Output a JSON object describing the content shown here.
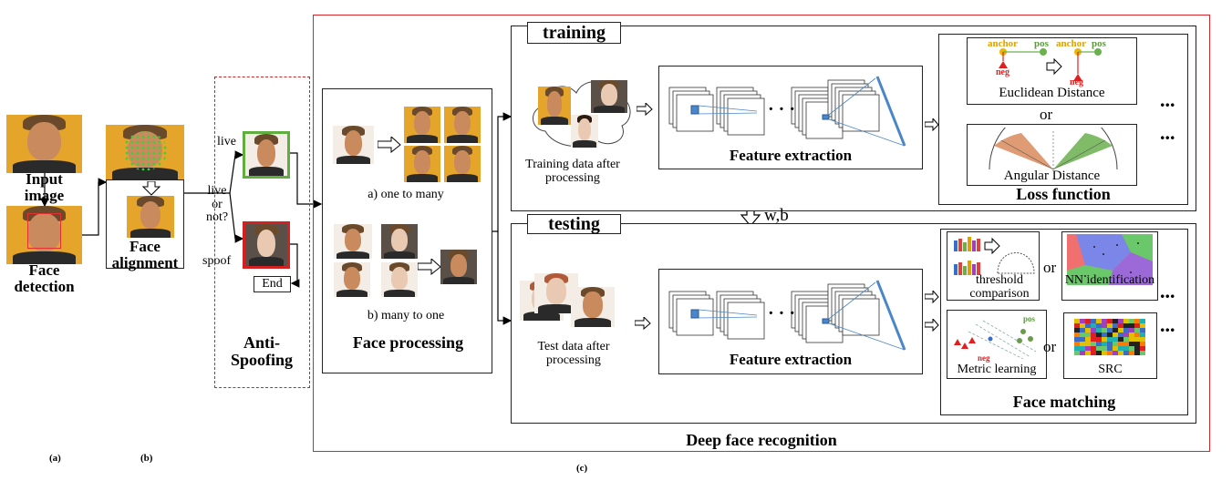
{
  "steps": {
    "input_image": "Input image",
    "face_detection": "Face detection",
    "face_alignment": "Face alignment"
  },
  "anti_spoofing": {
    "title": "Anti-Spoofing",
    "live_or_not": "live or not?",
    "live": "live",
    "spoof": "spoof",
    "end": "End"
  },
  "face_processing": {
    "title": "Face processing",
    "one_to_many": "a) one to many",
    "many_to_one": "b) many to one"
  },
  "training": {
    "header": "training",
    "data_caption": "Training data after processing",
    "feature_extraction": "Feature extraction",
    "loss_function": "Loss function",
    "euclidean": "Euclidean Distance",
    "angular": "Angular Distance",
    "or": "or",
    "anchor": "anchor",
    "pos": "pos",
    "neg": "neg",
    "ellipsis": "...",
    "ellipsis2": "..."
  },
  "wb": "w,b",
  "testing": {
    "header": "testing",
    "data_caption": "Test data after processing",
    "feature_extraction": "Feature extraction",
    "face_matching": "Face matching",
    "threshold": "threshold comparison",
    "nn": "NN identification",
    "metric": "Metric learning",
    "src": "SRC",
    "or": "or",
    "pos": "pos",
    "neg": "neg",
    "ellipsis": "...",
    "ellipsis2": "..."
  },
  "deep_face_recognition": "Deep face recognition",
  "panel_labels": {
    "a": "(a)",
    "b": "(b)",
    "c": "(c)"
  },
  "colors": {
    "red_frame": "#d9262a",
    "live_green": "#5fae3f",
    "spoof_red": "#d32020",
    "blue": "#4a86c8"
  }
}
